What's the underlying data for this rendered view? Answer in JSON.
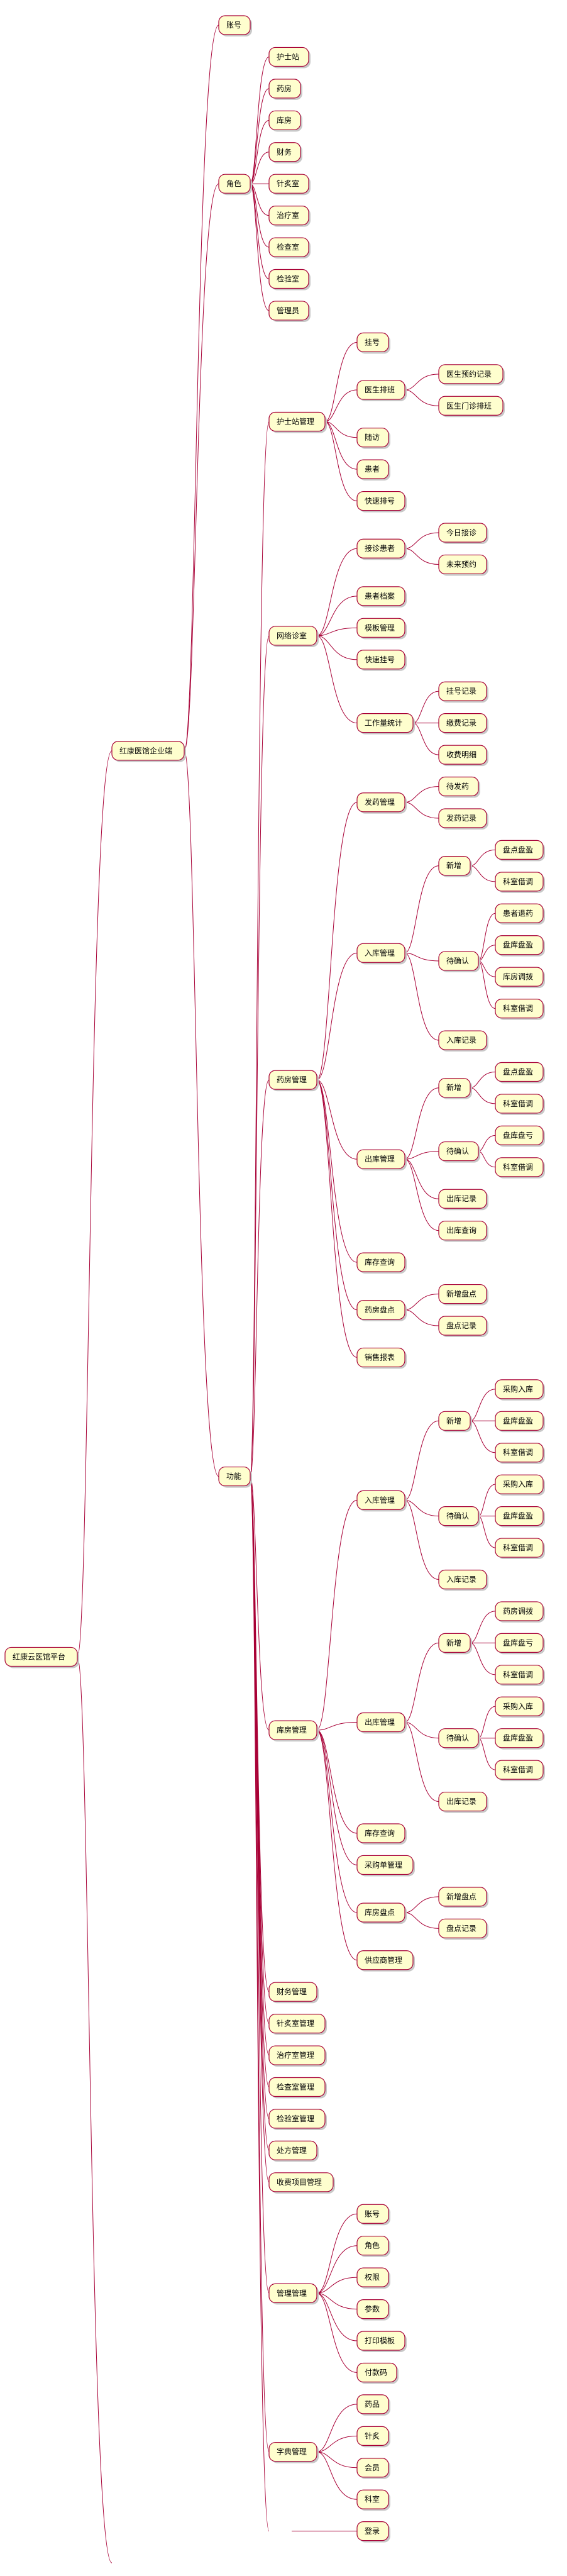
{
  "colors": {
    "node_fill": "#fefece",
    "node_border": "#a80036",
    "edge": "#a80036",
    "shadow": "#c8c8c8"
  },
  "tree": {
    "label": "红康云医馆平台",
    "children": [
      {
        "label": "红康医馆企业端",
        "children": [
          {
            "label": "账号",
            "children": []
          },
          {
            "label": "角色",
            "children": [
              {
                "label": "护士站",
                "children": []
              },
              {
                "label": "药房",
                "children": []
              },
              {
                "label": "库房",
                "children": []
              },
              {
                "label": "财务",
                "children": []
              },
              {
                "label": "针炙室",
                "children": []
              },
              {
                "label": "治疗室",
                "children": []
              },
              {
                "label": "检查室",
                "children": []
              },
              {
                "label": "检验室",
                "children": []
              },
              {
                "label": "管理员",
                "children": []
              }
            ]
          },
          {
            "label": "功能",
            "children": [
              {
                "label": "护士站管理",
                "children": [
                  {
                    "label": "挂号",
                    "children": []
                  },
                  {
                    "label": "医生排班",
                    "children": [
                      {
                        "label": "医生预约记录",
                        "children": []
                      },
                      {
                        "label": "医生门诊排班",
                        "children": []
                      }
                    ]
                  },
                  {
                    "label": "随访",
                    "children": []
                  },
                  {
                    "label": "患者",
                    "children": []
                  },
                  {
                    "label": "快速排号",
                    "children": []
                  }
                ]
              },
              {
                "label": "网络诊室",
                "children": [
                  {
                    "label": "接诊患者",
                    "children": [
                      {
                        "label": "今日接诊",
                        "children": []
                      },
                      {
                        "label": "未来预约",
                        "children": []
                      }
                    ]
                  },
                  {
                    "label": "患者档案",
                    "children": []
                  },
                  {
                    "label": "模板管理",
                    "children": []
                  },
                  {
                    "label": "快速挂号",
                    "children": []
                  },
                  {
                    "label": "工作量统计",
                    "children": [
                      {
                        "label": "挂号记录",
                        "children": []
                      },
                      {
                        "label": "缴费记录",
                        "children": []
                      },
                      {
                        "label": "收费明细",
                        "children": []
                      }
                    ]
                  }
                ]
              },
              {
                "label": "药房管理",
                "children": [
                  {
                    "label": "发药管理",
                    "children": [
                      {
                        "label": "待发药",
                        "children": []
                      },
                      {
                        "label": "发药记录",
                        "children": []
                      }
                    ]
                  },
                  {
                    "label": "入库管理",
                    "children": [
                      {
                        "label": "新增",
                        "children": [
                          {
                            "label": "盘点盘盈",
                            "children": []
                          },
                          {
                            "label": "科室借调",
                            "children": []
                          }
                        ]
                      },
                      {
                        "label": "待确认",
                        "children": [
                          {
                            "label": "患者退药",
                            "children": []
                          },
                          {
                            "label": "盘库盘盈",
                            "children": []
                          },
                          {
                            "label": "库房调拨",
                            "children": []
                          },
                          {
                            "label": "科室借调",
                            "children": []
                          }
                        ]
                      },
                      {
                        "label": "入库记录",
                        "children": []
                      }
                    ]
                  },
                  {
                    "label": "出库管理",
                    "children": [
                      {
                        "label": "新增",
                        "children": [
                          {
                            "label": "盘点盘盈",
                            "children": []
                          },
                          {
                            "label": "科室借调",
                            "children": []
                          }
                        ]
                      },
                      {
                        "label": "待确认",
                        "children": [
                          {
                            "label": "盘库盘亏",
                            "children": []
                          },
                          {
                            "label": "科室借调",
                            "children": []
                          }
                        ]
                      },
                      {
                        "label": "出库记录",
                        "children": []
                      },
                      {
                        "label": "出库查询",
                        "children": []
                      }
                    ]
                  },
                  {
                    "label": "库存查询",
                    "children": []
                  },
                  {
                    "label": "药房盘点",
                    "children": [
                      {
                        "label": "新增盘点",
                        "children": []
                      },
                      {
                        "label": "盘点记录",
                        "children": []
                      }
                    ]
                  },
                  {
                    "label": "销售报表",
                    "children": []
                  }
                ]
              },
              {
                "label": "库房管理",
                "children": [
                  {
                    "label": "入库管理",
                    "children": [
                      {
                        "label": "新增",
                        "children": [
                          {
                            "label": "采购入库",
                            "children": []
                          },
                          {
                            "label": "盘库盘盈",
                            "children": []
                          },
                          {
                            "label": "科室借调",
                            "children": []
                          }
                        ]
                      },
                      {
                        "label": "待确认",
                        "children": [
                          {
                            "label": "采购入库",
                            "children": []
                          },
                          {
                            "label": "盘库盘盈",
                            "children": []
                          },
                          {
                            "label": "科室借调",
                            "children": []
                          }
                        ]
                      },
                      {
                        "label": "入库记录",
                        "children": []
                      }
                    ]
                  },
                  {
                    "label": "出库管理",
                    "children": [
                      {
                        "label": "新增",
                        "children": [
                          {
                            "label": "药房调拨",
                            "children": []
                          },
                          {
                            "label": "盘库盘亏",
                            "children": []
                          },
                          {
                            "label": "科室借调",
                            "children": []
                          }
                        ]
                      },
                      {
                        "label": "待确认",
                        "children": [
                          {
                            "label": "采购入库",
                            "children": []
                          },
                          {
                            "label": "盘库盘盈",
                            "children": []
                          },
                          {
                            "label": "科室借调",
                            "children": []
                          }
                        ]
                      },
                      {
                        "label": "出库记录",
                        "children": []
                      }
                    ]
                  },
                  {
                    "label": "库存查询",
                    "children": []
                  },
                  {
                    "label": "采购单管理",
                    "children": []
                  },
                  {
                    "label": "库房盘点",
                    "children": [
                      {
                        "label": "新增盘点",
                        "children": []
                      },
                      {
                        "label": "盘点记录",
                        "children": []
                      }
                    ]
                  },
                  {
                    "label": "供应商管理",
                    "children": []
                  }
                ]
              },
              {
                "label": "财务管理",
                "children": []
              },
              {
                "label": "针炙室管理",
                "children": []
              },
              {
                "label": "治疗室管理",
                "children": []
              },
              {
                "label": "检查室管理",
                "children": []
              },
              {
                "label": "检验室管理",
                "children": []
              },
              {
                "label": "处方管理",
                "children": []
              },
              {
                "label": "收费项目管理",
                "children": []
              },
              {
                "label": "管理管理",
                "children": [
                  {
                    "label": "账号",
                    "children": []
                  },
                  {
                    "label": "角色",
                    "children": []
                  },
                  {
                    "label": "权限",
                    "children": []
                  },
                  {
                    "label": "参数",
                    "children": []
                  },
                  {
                    "label": "打印模板",
                    "children": []
                  },
                  {
                    "label": "付款码",
                    "children": []
                  }
                ]
              },
              {
                "label": "字典管理",
                "children": [
                  {
                    "label": "药品",
                    "children": []
                  },
                  {
                    "label": "针炙",
                    "children": []
                  },
                  {
                    "label": "会员",
                    "children": []
                  },
                  {
                    "label": "科室",
                    "children": []
                  }
                ]
              },
              {
                "label": "",
                "children": [
                  {
                    "label": "登录",
                    "children": []
                  }
                ]
              }
            ]
          }
        ]
      },
      {
        "label": "",
        "children": []
      }
    ]
  }
}
